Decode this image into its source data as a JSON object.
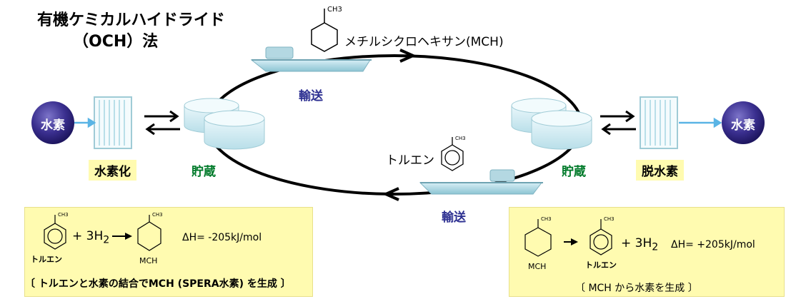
{
  "title": {
    "line1": "有機ケミカルハイドライド",
    "line2": "（OCH）法"
  },
  "top_product": "メチルシクロヘキサン(MCH)",
  "bottom_product": "トルエン",
  "transport_top": "輸送",
  "transport_bottom": "輸送",
  "storage_left": "貯蔵",
  "storage_right": "貯蔵",
  "h2_left": "水素",
  "h2_right": "水素",
  "process_left": "水素化",
  "process_right": "脱水素",
  "methyl_label": "CH3",
  "left_panel": {
    "plus_h2": "+ 3H",
    "sub": "2",
    "delta": "ΔH=  -205kJ/mol",
    "toluene_label": "トルエン",
    "mch_label": "MCH",
    "note": "トルエンと水素の結合でMCH (SPERA水素) を生成"
  },
  "right_panel": {
    "plus_h2": "+ 3H",
    "sub": "2",
    "delta": "ΔH= +205kJ/mol",
    "toluene_label": "トルエン",
    "mch_label": "MCH",
    "note": "MCH から水素を生成"
  },
  "colors": {
    "arrow_light": "#5ab4e5",
    "sphere": "#3a2f8f",
    "panel_bg": "#fffbb0"
  }
}
